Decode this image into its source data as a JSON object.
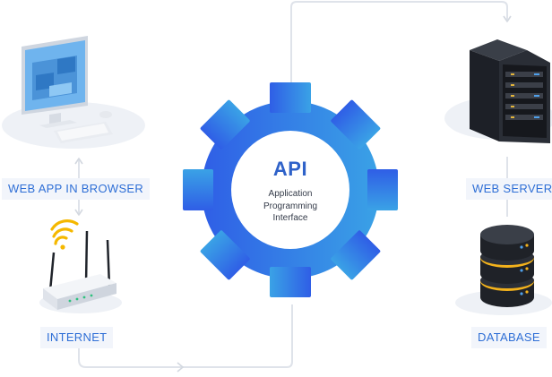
{
  "labels": {
    "web_app": "WEB APP IN BROWSER",
    "internet": "INTERNET",
    "web_server": "WEB SERVER",
    "database": "DATABASE"
  },
  "api": {
    "title": "API",
    "line1": "Application",
    "line2": "Programming",
    "line3": "Interface"
  },
  "colors": {
    "gear_start": "#2f5ee6",
    "gear_end": "#3aa2e6",
    "label_text": "#2f6fd6",
    "connector": "#dfe3ea"
  },
  "icons": [
    "computer-icon",
    "wifi-router-icon",
    "server-rack-icon",
    "database-icon",
    "gear-icon"
  ]
}
